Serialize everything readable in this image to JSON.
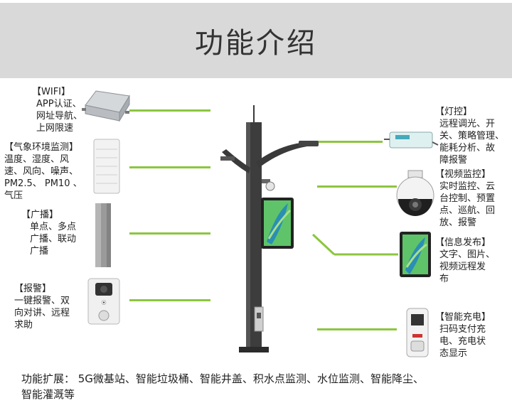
{
  "title": "功能介绍",
  "left_items": [
    {
      "title": "【WIFI】",
      "body": [
        "APP认证、",
        "网址导航、",
        "上网限速"
      ]
    },
    {
      "title": "【气象环境监测】",
      "body": [
        "温度、湿度、风",
        "速、风向、噪声、",
        "PM2.5、 PM10 、",
        "气压"
      ]
    },
    {
      "title": "【广播】",
      "body": [
        "单点、多点",
        "广播、联动",
        "广播"
      ]
    },
    {
      "title": "【报警】",
      "body": [
        "一键报警、双",
        "向对讲、远程",
        "求助"
      ]
    }
  ],
  "right_items": [
    {
      "title": "【灯控】",
      "body": [
        "远程调光、开",
        "关、策略管理、",
        "能耗分析、故",
        "障报警"
      ]
    },
    {
      "title": "【视频监控】",
      "body": [
        "实时监控、云",
        "台控制、预置",
        "点、巡航、回",
        "放、报警"
      ]
    },
    {
      "title": "【信息发布】",
      "body": [
        "文字、图片、",
        "视频远程发",
        "布"
      ]
    },
    {
      "title": "【智能充电】",
      "body": [
        "扫码支付充",
        "电、充电状",
        "态显示"
      ]
    }
  ],
  "footer": {
    "line1": "功能扩展： 5G微基站、智能垃圾桶、智能井盖、积水点监测、水位监测、智能降尘、",
    "line2": "智能灌溉等"
  },
  "colors": {
    "header_bg": "#d9d9d9",
    "accent_line": "#8cc63f",
    "pole": "#3a3a3a"
  }
}
